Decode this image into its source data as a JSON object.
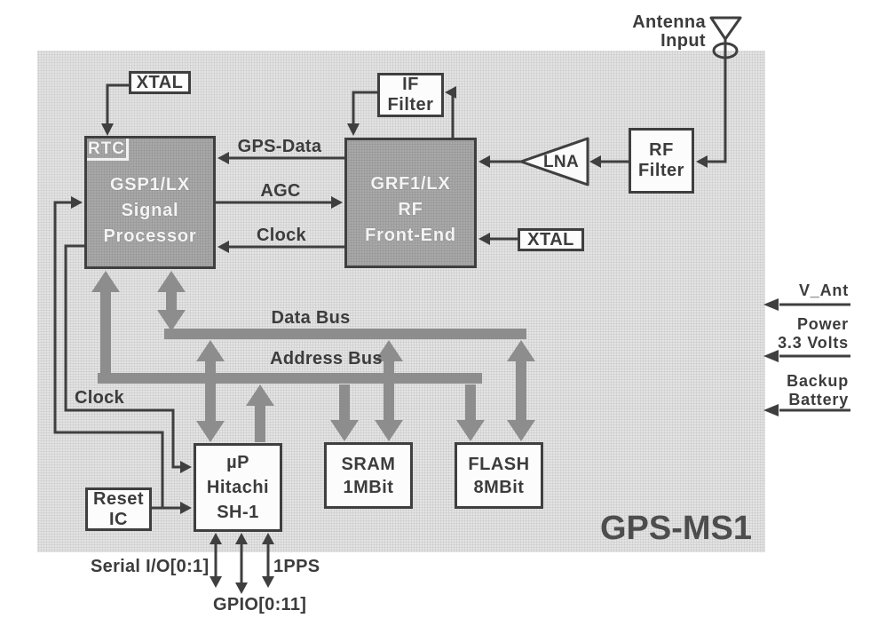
{
  "diagram": {
    "title": "GPS-MS1",
    "antenna": {
      "line1": "Antenna",
      "line2": "Input"
    },
    "blocks": {
      "xtal_left": "XTAL",
      "xtal_right": "XTAL",
      "if_filter": [
        "IF",
        "Filter"
      ],
      "rf_filter": [
        "RF",
        "Filter"
      ],
      "lna": "LNA",
      "gsp": {
        "tag": "RTC",
        "lines": [
          "GSP1/LX",
          "Signal",
          "Processor"
        ]
      },
      "grf": {
        "lines": [
          "GRF1/LX",
          "RF",
          "Front-End"
        ]
      },
      "reset_ic": [
        "Reset",
        "IC"
      ],
      "microprocessor": [
        "µP",
        "Hitachi",
        "SH-1"
      ],
      "sram": [
        "SRAM",
        "1MBit"
      ],
      "flash": [
        "FLASH",
        "8MBit"
      ]
    },
    "signals": {
      "gps_data": "GPS-Data",
      "agc": "AGC",
      "clock_between_chips": "Clock",
      "clock_to_cpu": "Clock",
      "data_bus": "Data Bus",
      "address_bus": "Address Bus"
    },
    "pins": {
      "serial_io": "Serial I/O[0:1]",
      "pps": "1PPS",
      "gpio": "GPIO[0:11]"
    },
    "external": {
      "v_ant": "V_Ant",
      "power_line1": "Power",
      "power_line2": "3.3 Volts",
      "backup_line1": "Backup",
      "backup_line2": "Battery"
    },
    "colors": {
      "panel_gray": "#e3e3e3",
      "chip_gray": "#a8a8a8",
      "bus_gray": "#8d8d8d",
      "line_dark": "#3f3f3f",
      "box_white": "#fcfcfc",
      "title_gray": "#4d4d4d"
    }
  }
}
